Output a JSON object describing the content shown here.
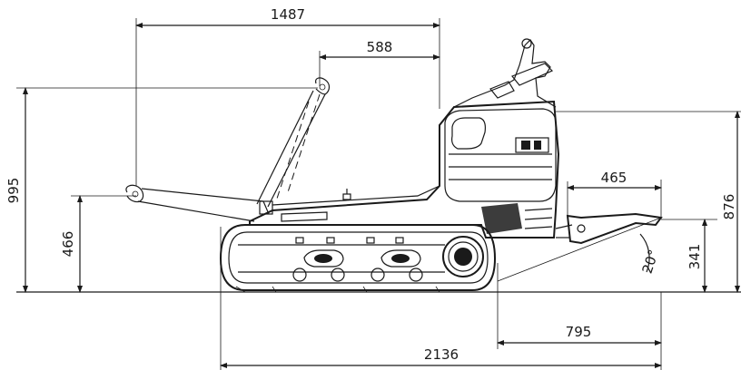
{
  "dimensions": {
    "top_width": "1487",
    "arm_offset": "588",
    "left_height": "995",
    "arm_low_height": "466",
    "front_reach": "465",
    "right_height": "876",
    "blade_height": "341",
    "blade_angle": "20°",
    "bottom_reach": "795",
    "overall_length": "2136"
  }
}
